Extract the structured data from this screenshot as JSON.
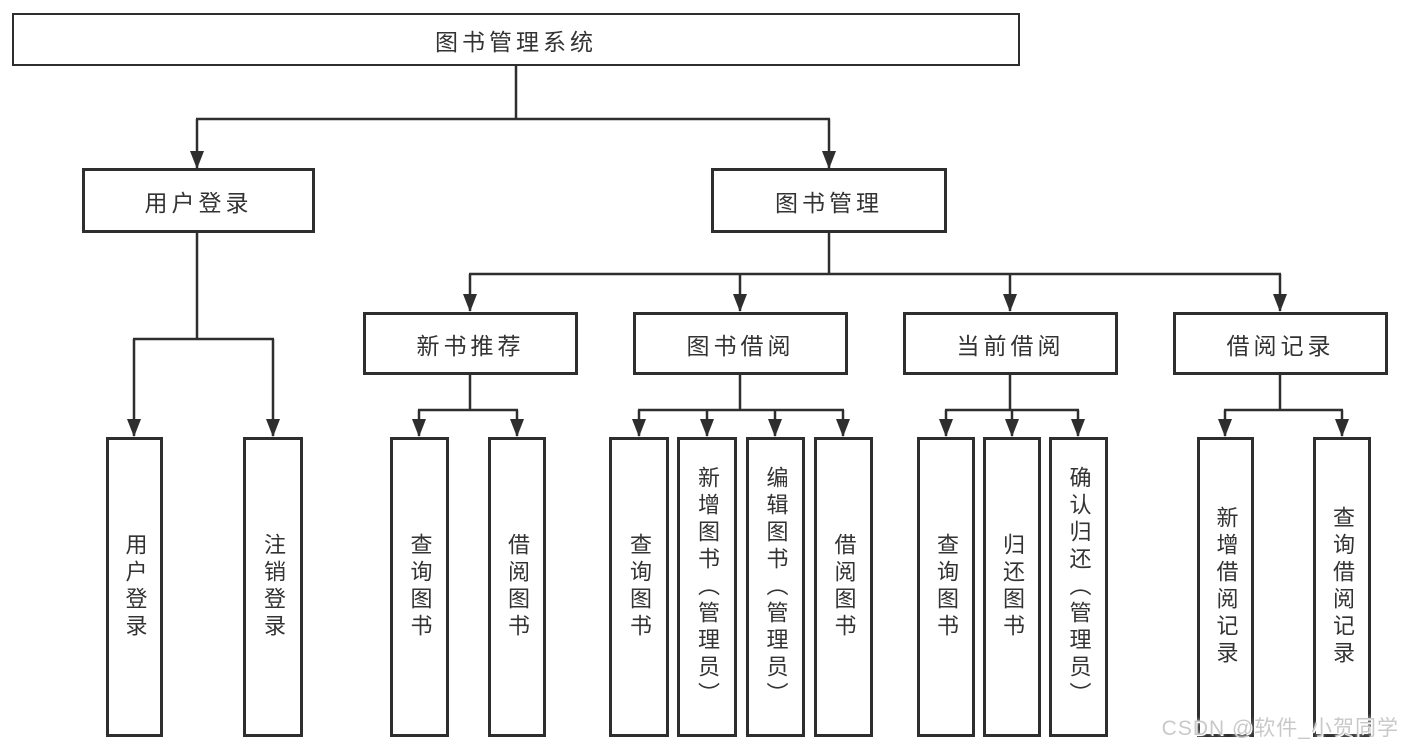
{
  "diagram": {
    "root": "图书管理系统",
    "branches": [
      {
        "label": "用户登录",
        "leaves": [
          "用户登录",
          "注销登录"
        ]
      },
      {
        "label": "图书管理",
        "children": [
          {
            "label": "新书推荐",
            "leaves": [
              "查询图书",
              "借阅图书"
            ]
          },
          {
            "label": "图书借阅",
            "leaves": [
              "查询图书",
              "新增图书（管理员）",
              "编辑图书（管理员）",
              "借阅图书"
            ]
          },
          {
            "label": "当前借阅",
            "leaves": [
              "查询图书",
              "归还图书",
              "确认归还（管理员）"
            ]
          },
          {
            "label": "借阅记录",
            "leaves": [
              "新增借阅记录",
              "查询借阅记录"
            ]
          }
        ]
      }
    ]
  },
  "watermark": {
    "text": "CSDN @软件_小贺同学"
  },
  "colors": {
    "line": "#2e2e2e",
    "border": "#2e2e2e",
    "text": "#333333",
    "watermark": "#c9c9c9",
    "background": "#ffffff"
  }
}
